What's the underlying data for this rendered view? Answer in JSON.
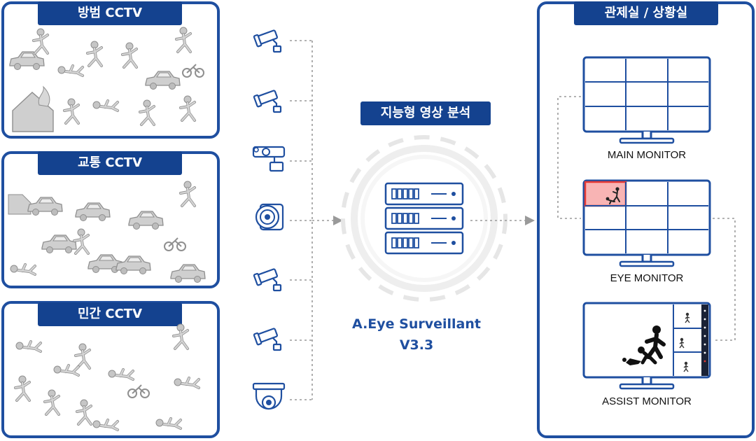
{
  "sources": [
    {
      "label": "방범 CCTV"
    },
    {
      "label": "교통 CCTV"
    },
    {
      "label": "민간 CCTV"
    }
  ],
  "analysis": {
    "label": "지능형 영상 분석",
    "product_name": "A.Eye Surveillant",
    "version": "V3.3"
  },
  "control_room": {
    "label": "관제실 / 상황실",
    "monitors": [
      {
        "label": "MAIN MONITOR"
      },
      {
        "label": "EYE MONITOR"
      },
      {
        "label": "ASSIST MONITOR"
      }
    ]
  },
  "cameras": [
    "bullet-camera",
    "bullet-camera",
    "box-camera",
    "fisheye-camera",
    "bullet-camera",
    "bullet-camera",
    "dome-camera"
  ],
  "colors": {
    "brand_blue": "#1f4fa0",
    "tag_blue": "#14428f",
    "alert_red": "#e53935",
    "alert_fill": "#f8b4b4",
    "icon_gray": "#c4c4c4",
    "connector_gray": "#9a9a9a"
  }
}
